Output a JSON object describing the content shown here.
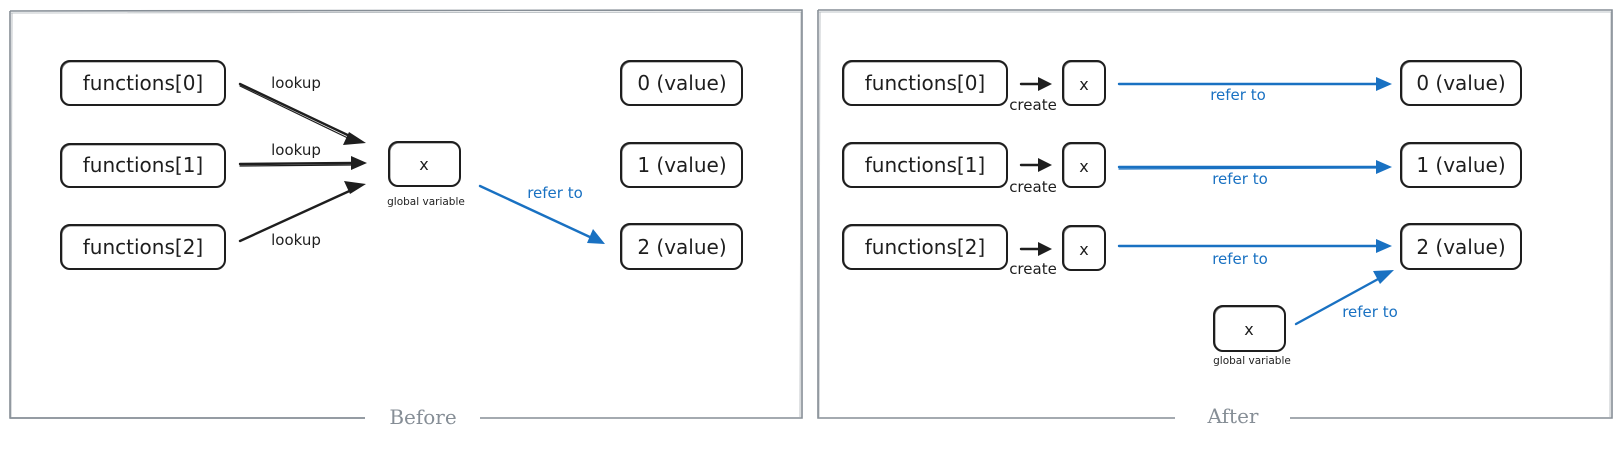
{
  "before": {
    "frame_label": "Before",
    "functions": [
      "functions[0]",
      "functions[1]",
      "functions[2]"
    ],
    "lookup_labels": [
      "lookup",
      "lookup",
      "lookup"
    ],
    "global_box": "x",
    "global_caption": "global variable",
    "refer_label": "refer to",
    "values": [
      "0 (value)",
      "1 (value)",
      "2 (value)"
    ]
  },
  "after": {
    "frame_label": "After",
    "functions": [
      "functions[0]",
      "functions[1]",
      "functions[2]"
    ],
    "create_labels": [
      "create",
      "create",
      "create"
    ],
    "local_boxes": [
      "x",
      "x",
      "x"
    ],
    "refer_labels": [
      "refer to",
      "refer to",
      "refer to"
    ],
    "values": [
      "0 (value)",
      "1 (value)",
      "2 (value)"
    ],
    "global_box": "x",
    "global_caption": "global variable",
    "global_refer_label": "refer to"
  },
  "colors": {
    "ink": "#1e1e1e",
    "accent_blue": "#1971c2",
    "frame_gray": "#868e96"
  }
}
